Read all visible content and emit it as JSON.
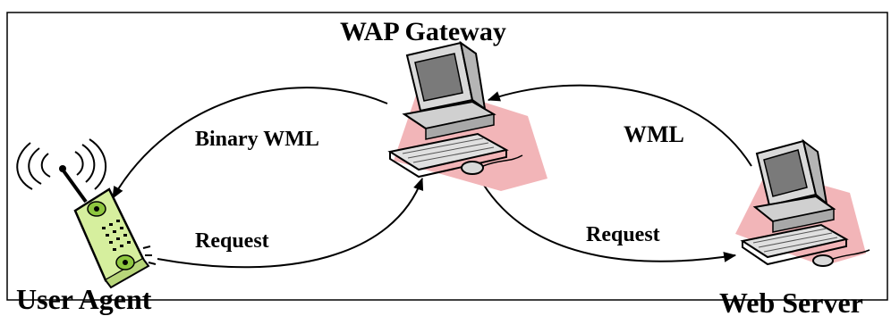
{
  "nodes": {
    "user_agent": {
      "label": "User Agent",
      "icon": "mobile-phone-icon"
    },
    "gateway": {
      "label": "WAP Gateway",
      "icon": "desktop-computer-icon"
    },
    "server": {
      "label": "Web Server",
      "icon": "desktop-computer-icon"
    }
  },
  "edges": {
    "gateway_to_agent": {
      "label": "Binary WML"
    },
    "agent_to_gateway": {
      "label": "Request"
    },
    "server_to_gateway": {
      "label": "WML"
    },
    "gateway_to_server": {
      "label": "Request"
    }
  },
  "colors": {
    "border": "#000000",
    "shadow": "#f2b5b8",
    "phone_body": "#d6ef9e",
    "phone_buttons": "#8ec63f",
    "monitor_case": "#d9d9d9",
    "monitor_screen": "#7a7a7a",
    "arrow": "#000000"
  }
}
